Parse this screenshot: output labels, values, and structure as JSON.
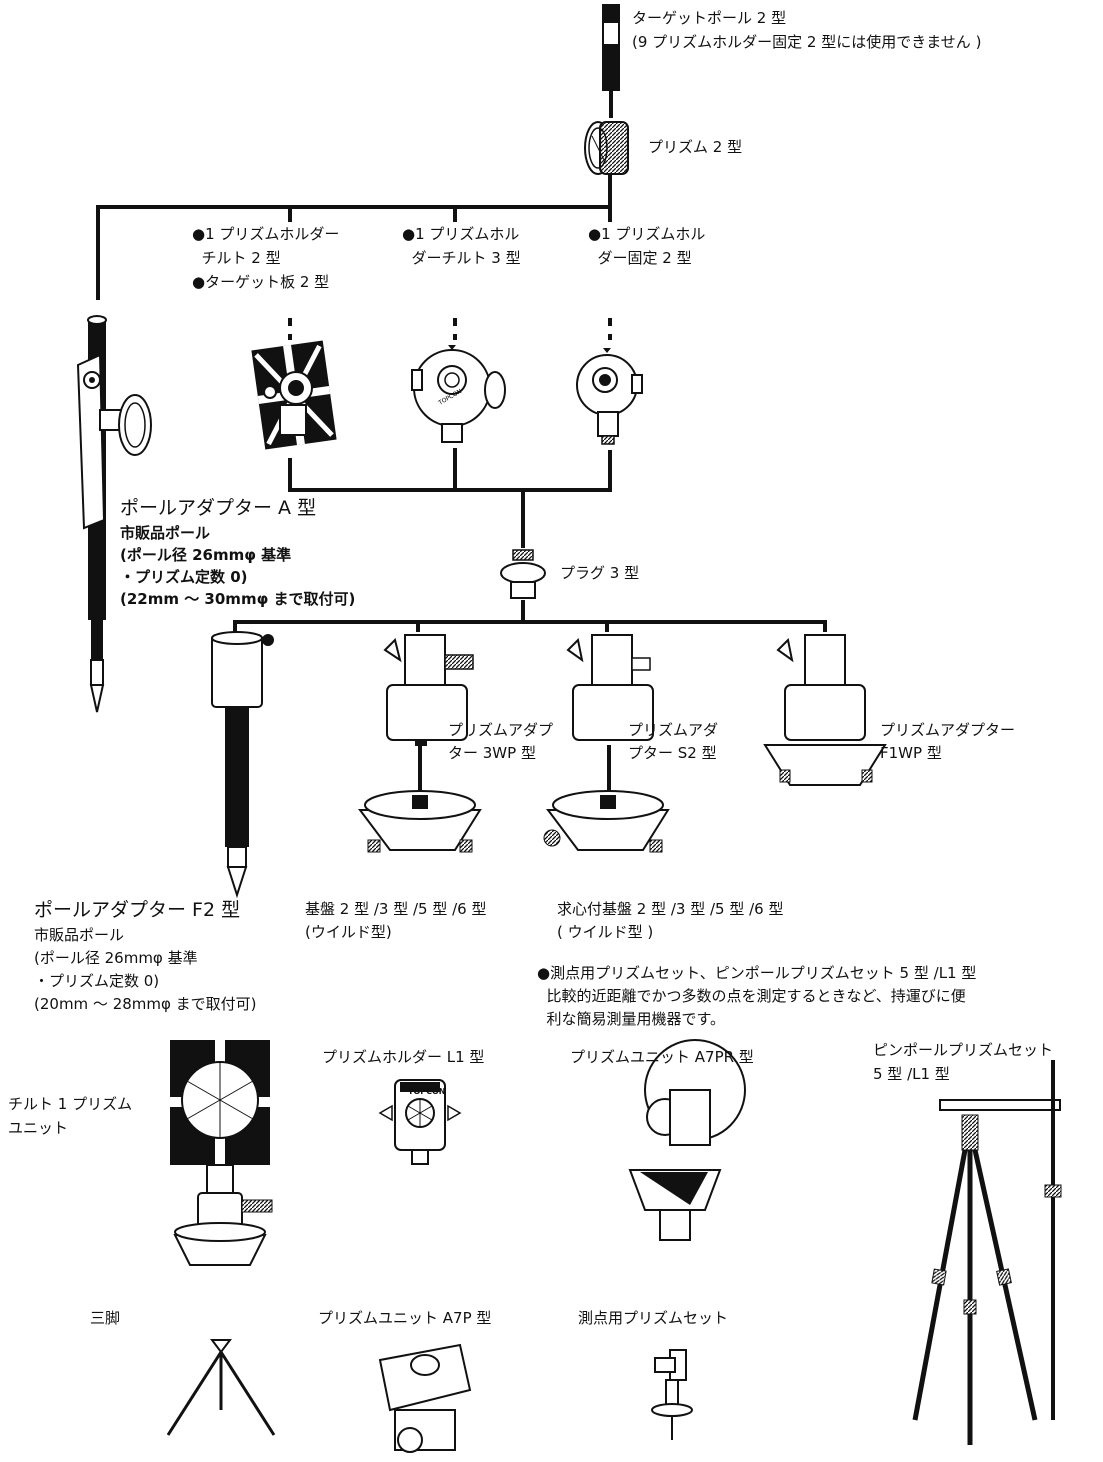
{
  "labels": {
    "target_pole": [
      "ターゲットポール 2 型",
      "(9 プリズムホルダー固定 2 型には使用できません )"
    ],
    "prism2": "プリズム 2 型",
    "holder_tilt2": [
      "●1 プリズムホルダー",
      "  チルト 2 型",
      "●ターゲット板 2 型"
    ],
    "holder_tilt3": [
      "●1 プリズムホル",
      "  ダーチルト 3 型"
    ],
    "holder_fixed2": [
      "●1 プリズムホル",
      "  ダー固定 2 型"
    ],
    "pole_adapter_a": {
      "title": "ポールアダプター A 型",
      "lines": [
        "市販品ポール",
        "(ポール径 26mmφ 基準",
        "・プリズム定数 0)",
        "(22mm ～ 30mmφ まで取付可)"
      ]
    },
    "plug3": "プラグ 3 型",
    "adapter_3wp": [
      "プリズムアダプ",
      "ター 3WP 型"
    ],
    "adapter_s2": [
      "プリズムアダ",
      "プター S2 型"
    ],
    "adapter_f1wp": [
      "プリズムアダプター",
      "F1WP 型"
    ],
    "pole_adapter_f2": {
      "title": "ポールアダプター F2 型",
      "lines": [
        "市販品ポール",
        "(ポール径 26mmφ 基準",
        "・プリズム定数 0)",
        "(20mm ～ 28mmφ まで取付可)"
      ]
    },
    "tribrach": [
      "基盤 2 型 /3 型 /5 型 /6 型",
      "(ウイルド型)"
    ],
    "tribrach_optical": [
      "求心付基盤 2 型 /3 型 /5 型 /6 型",
      "( ウイルド型 )"
    ],
    "note": [
      "●測点用プリズムセット、ピンポールプリズムセット 5 型 /L1 型",
      "  比較的近距離でかつ多数の点を測定するときなど、持運びに便",
      "  利な簡易測量用機器です。"
    ],
    "tilt1_unit": [
      "チルト 1 プリズム",
      "ユニット"
    ],
    "holder_l1": "プリズムホルダー L1 型",
    "unit_a7pr": "プリズムユニット A7PR 型",
    "pinpole_set": [
      "ピンポールプリズムセット",
      "5 型 /L1 型"
    ],
    "tripod": "三脚",
    "unit_a7p": "プリズムユニット A7P 型",
    "survey_prism_set": "測点用プリズムセット",
    "brand": "TOPCON"
  }
}
